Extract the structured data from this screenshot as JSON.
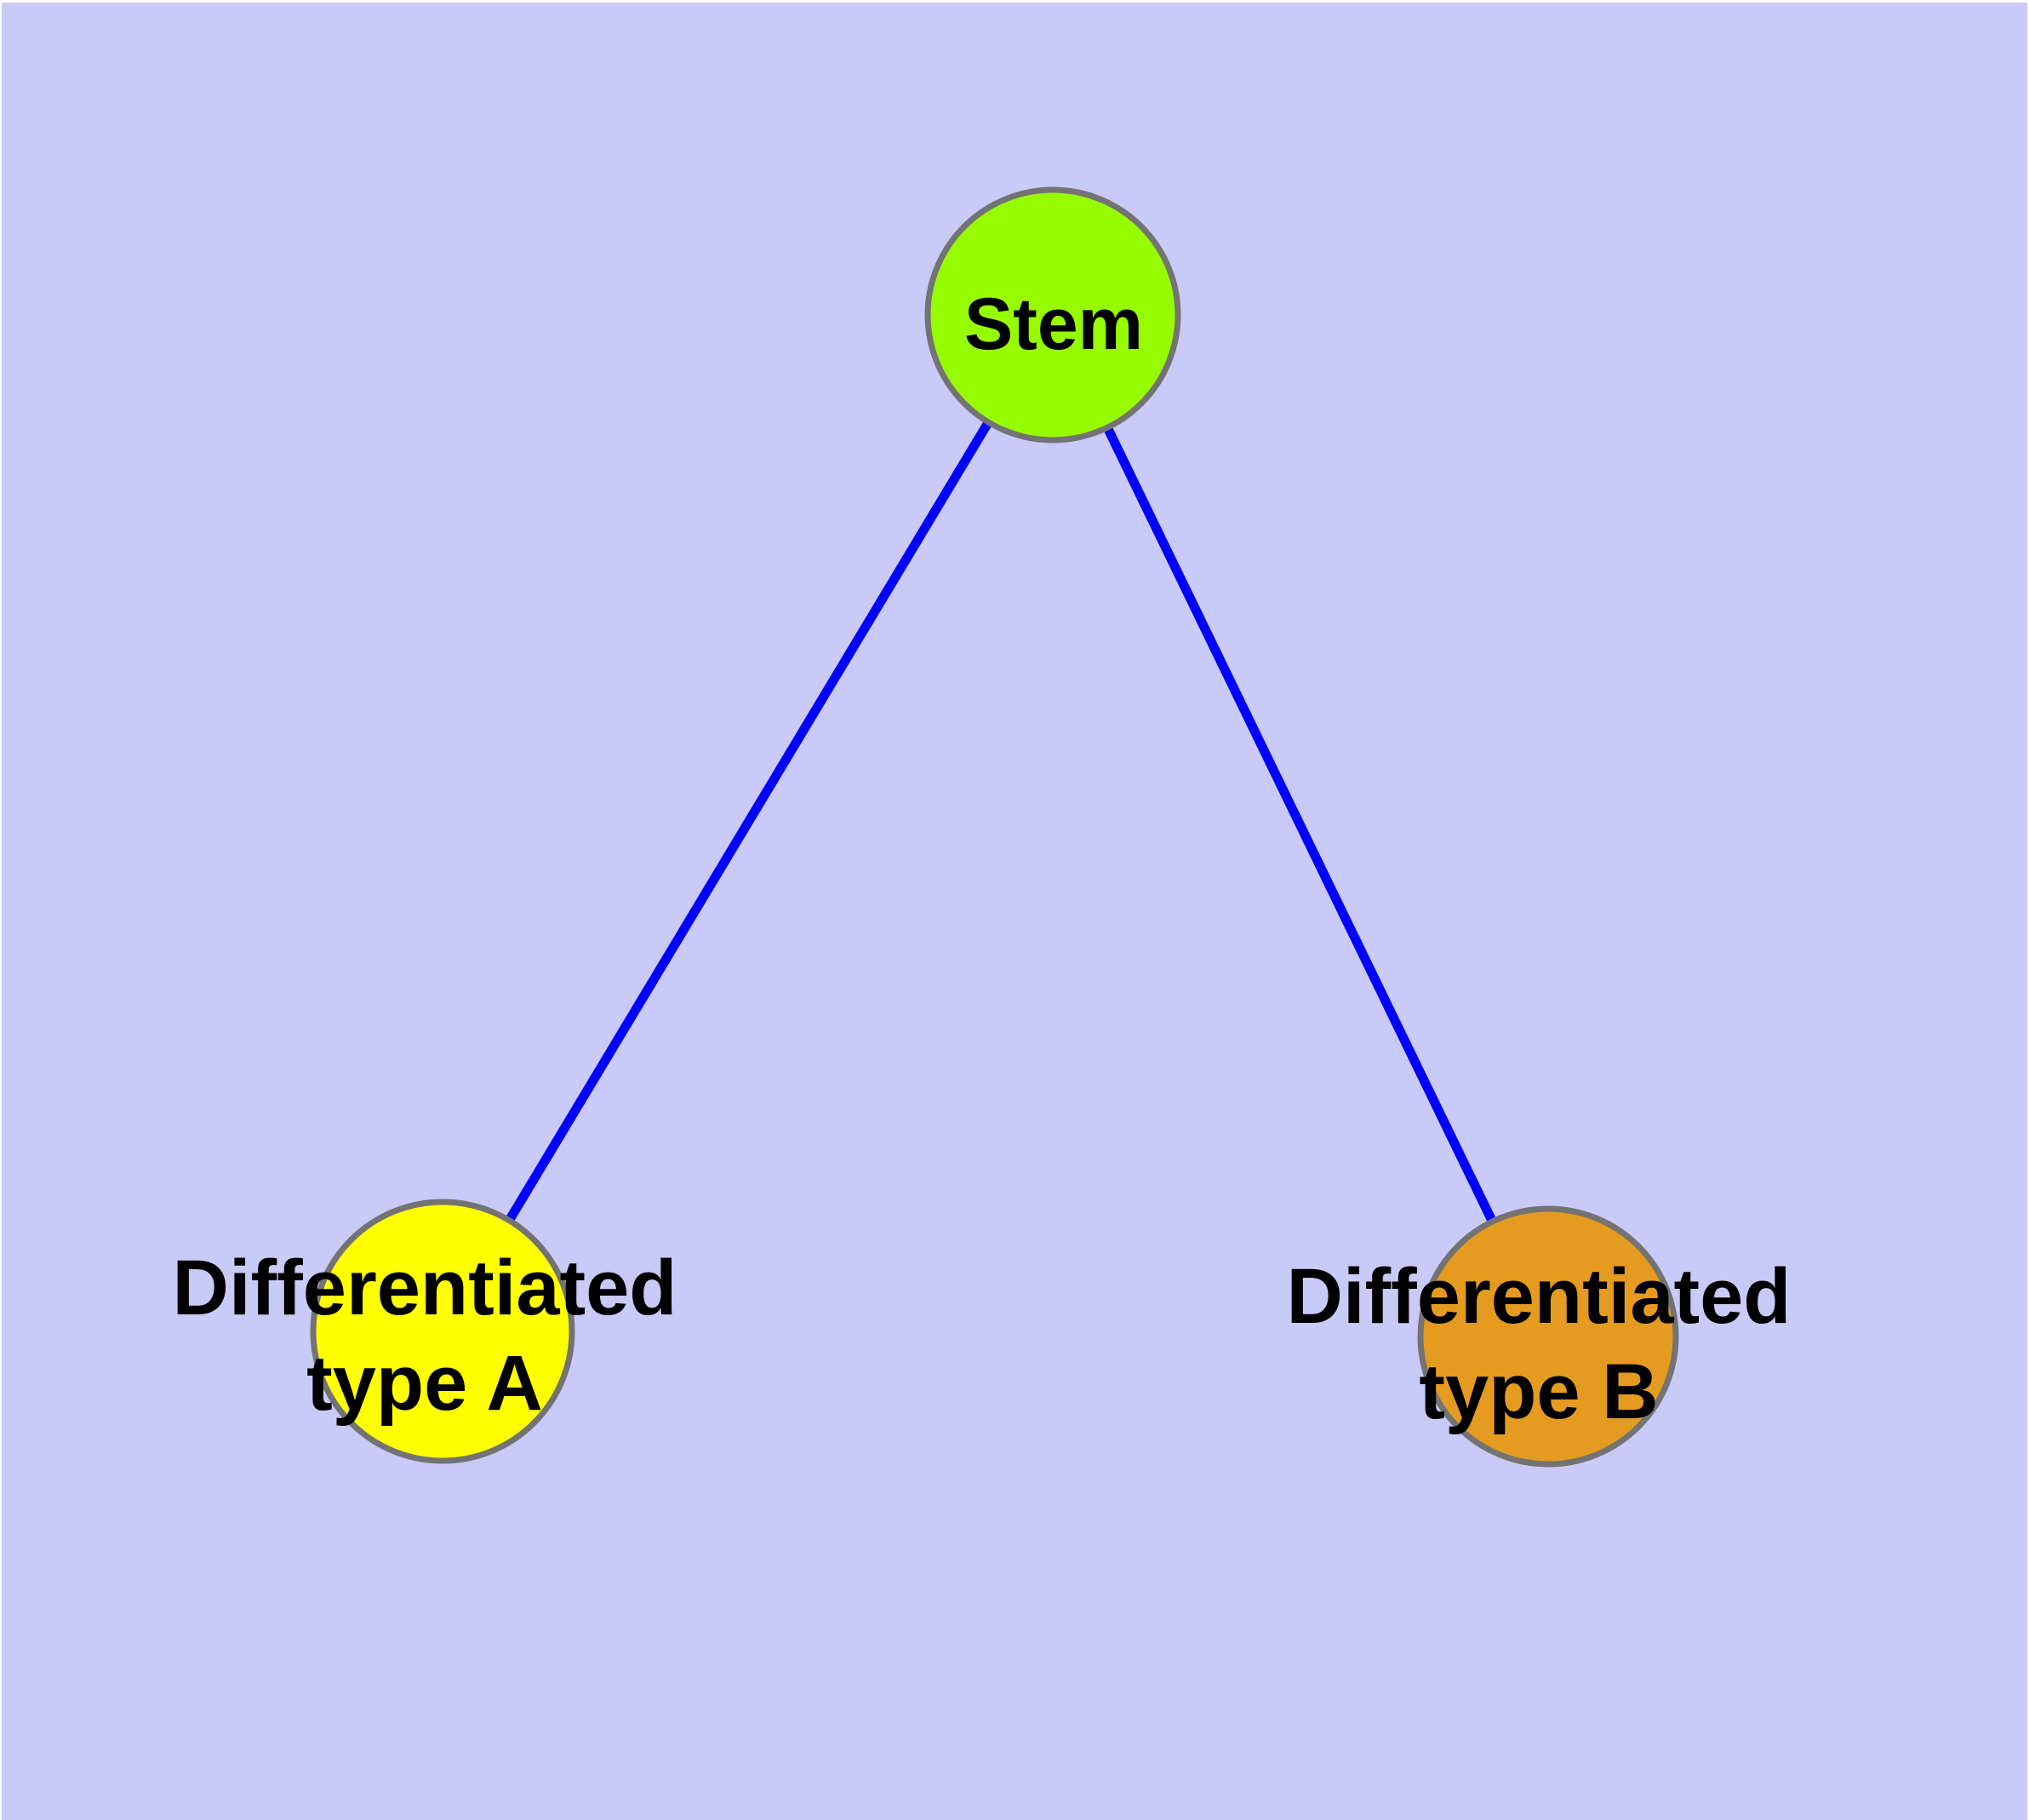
{
  "canvas": {
    "background_color": "#CACAF8",
    "frame_color": "#FFFFFF"
  },
  "nodes": {
    "stem": {
      "label": "Stem",
      "fill_color": "#97FB00",
      "border_color": "#737373"
    },
    "type_a": {
      "line1": "Differentiated",
      "line2": "type A",
      "fill_color": "#FFFF00",
      "border_color": "#737373"
    },
    "type_b": {
      "line1": "Differentiated",
      "line2": "type B",
      "fill_color": "#E59B1F",
      "border_color": "#737373"
    }
  },
  "edges": {
    "color": "#0000FF",
    "list": [
      {
        "from": "Stem",
        "to": "Differentiated type A"
      },
      {
        "from": "Stem",
        "to": "Differentiated type B"
      }
    ]
  }
}
